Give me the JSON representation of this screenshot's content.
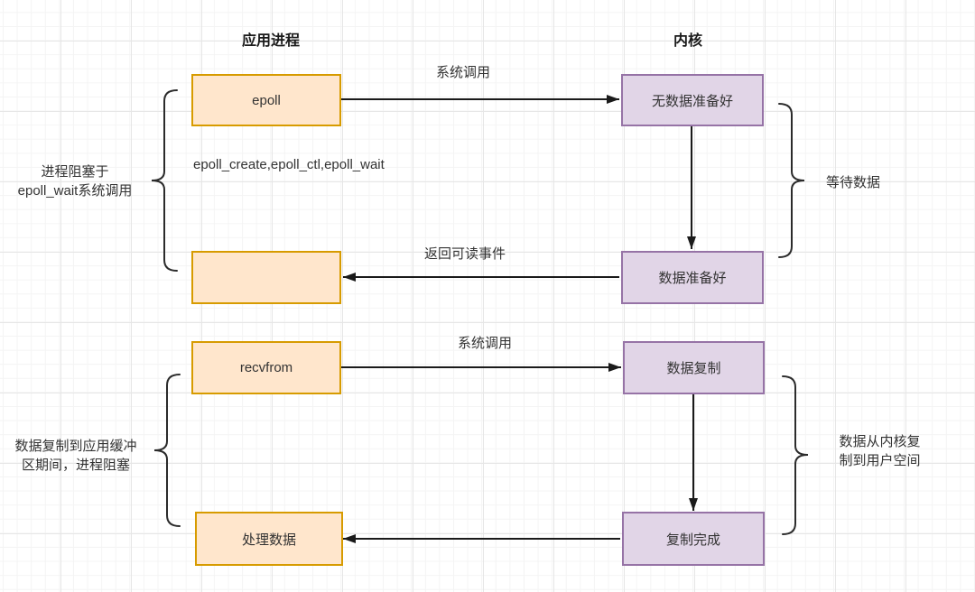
{
  "diagram": {
    "headers": {
      "left": "应用进程",
      "right": "内核"
    },
    "boxes": {
      "epoll": {
        "label": "epoll",
        "style": "orange"
      },
      "no_data_ready": {
        "label": "无数据准备好",
        "style": "purple"
      },
      "epoll_return": {
        "label": "",
        "style": "orange"
      },
      "data_ready": {
        "label": "数据准备好",
        "style": "purple"
      },
      "recvfrom": {
        "label": "recvfrom",
        "style": "orange"
      },
      "data_copy": {
        "label": "数据复制",
        "style": "purple"
      },
      "process_data": {
        "label": "处理数据",
        "style": "orange"
      },
      "copy_complete": {
        "label": "复制完成",
        "style": "purple"
      }
    },
    "edge_labels": {
      "syscall_top": "系统调用",
      "epoll_apis": "epoll_create,epoll_ctl,epoll_wait",
      "return_readable_event": "返回可读事件",
      "syscall_bottom": "系统调用"
    },
    "brace_labels": {
      "block_epoll_wait": {
        "line1": "进程阻塞于",
        "line2": "epoll_wait系统调用"
      },
      "wait_data": "等待数据",
      "copy_block": {
        "line1": "数据复制到应用缓冲",
        "line2": "区期间，进程阻塞"
      },
      "kernel_to_user": {
        "line1": "数据从内核复",
        "line2": "制到用户空间"
      }
    },
    "colors": {
      "orange_fill": "#ffe6cc",
      "orange_border": "#d79b00",
      "purple_fill": "#e1d5e7",
      "purple_border": "#9673a6",
      "line": "#1a1a1a",
      "text": "#333333",
      "grid_minor": "#f4f4f4",
      "grid_major": "#e6e6e6"
    }
  }
}
